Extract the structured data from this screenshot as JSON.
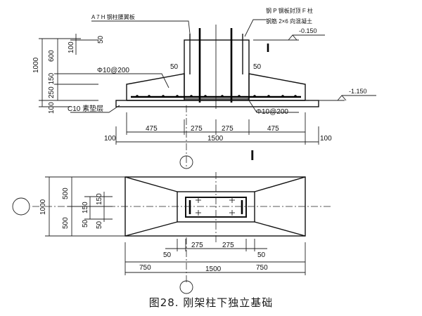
{
  "caption": "图28. 刚架柱下独立基础",
  "section_view": {
    "notes": {
      "top_left": "A 7 H 钢柱腰翼板",
      "top_right_1": "钢 P 钢板封顶 F 柱",
      "top_right_2": "钢筋 2×6 向混凝土"
    },
    "elevations": {
      "top": "-0.150",
      "bottom": "-1.150"
    },
    "rebar": {
      "left": "Φ10@200",
      "right": "Φ10@200"
    },
    "cushion_label": "C10 素垫层",
    "pedestal_offsets": {
      "left": "50",
      "right": "50"
    },
    "left_dims": {
      "total": "1000",
      "upper": "600",
      "mid": "250 150",
      "bottom": "100",
      "top_small": "100"
    },
    "top_small_dim": "50",
    "bottom_dims": [
      "475",
      "275",
      "275",
      "475"
    ],
    "cushion_overhang": {
      "left": "100",
      "right": "100"
    },
    "overall_width": "1500",
    "section_mark": "I"
  },
  "plan_view": {
    "left_dims": {
      "total": "1000",
      "upper": "500",
      "lower": "500",
      "inner": [
        "150",
        "150",
        "50",
        "50"
      ]
    },
    "inner_dims": [
      "50",
      "275",
      "275",
      "50"
    ],
    "half_dims": [
      "750",
      "750"
    ],
    "overall_width": "1500"
  }
}
